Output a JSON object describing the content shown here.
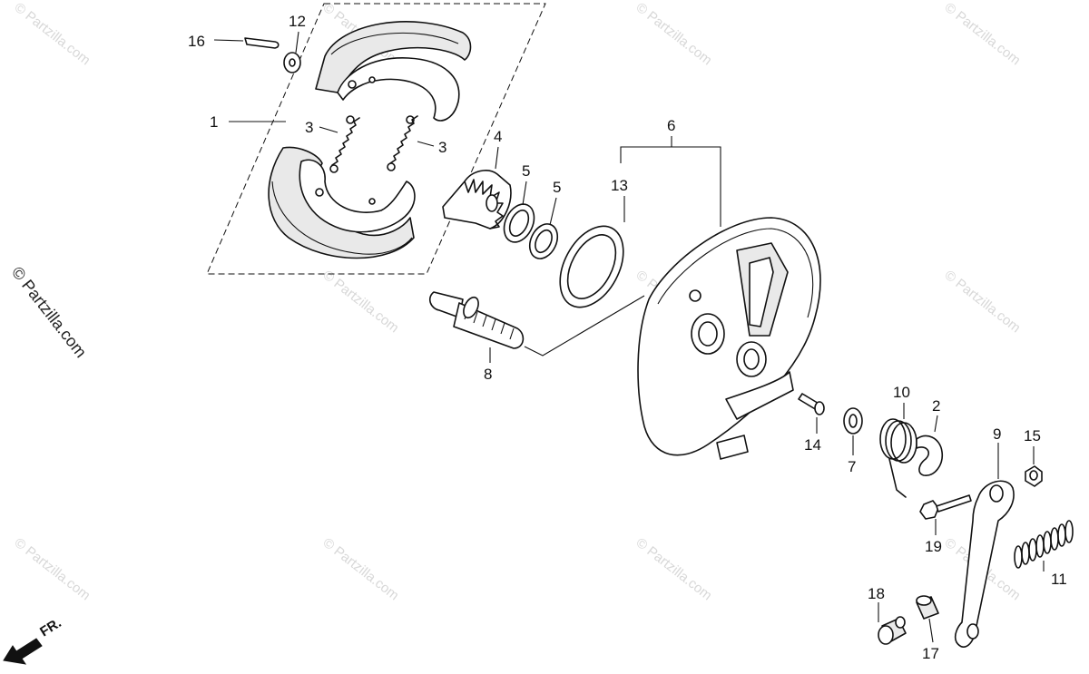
{
  "watermark": "© Partzilla.com",
  "side_watermark": "© Partzilla.com",
  "direction_label": "FR.",
  "callouts": {
    "c1": "1",
    "c2": "2",
    "c3a": "3",
    "c3b": "3",
    "c4": "4",
    "c5a": "5",
    "c5b": "5",
    "c6": "6",
    "c7": "7",
    "c8": "8",
    "c9": "9",
    "c10": "10",
    "c11": "11",
    "c12": "12",
    "c13": "13",
    "c14": "14",
    "c15": "15",
    "c16": "16",
    "c17": "17",
    "c18": "18",
    "c19": "19"
  }
}
